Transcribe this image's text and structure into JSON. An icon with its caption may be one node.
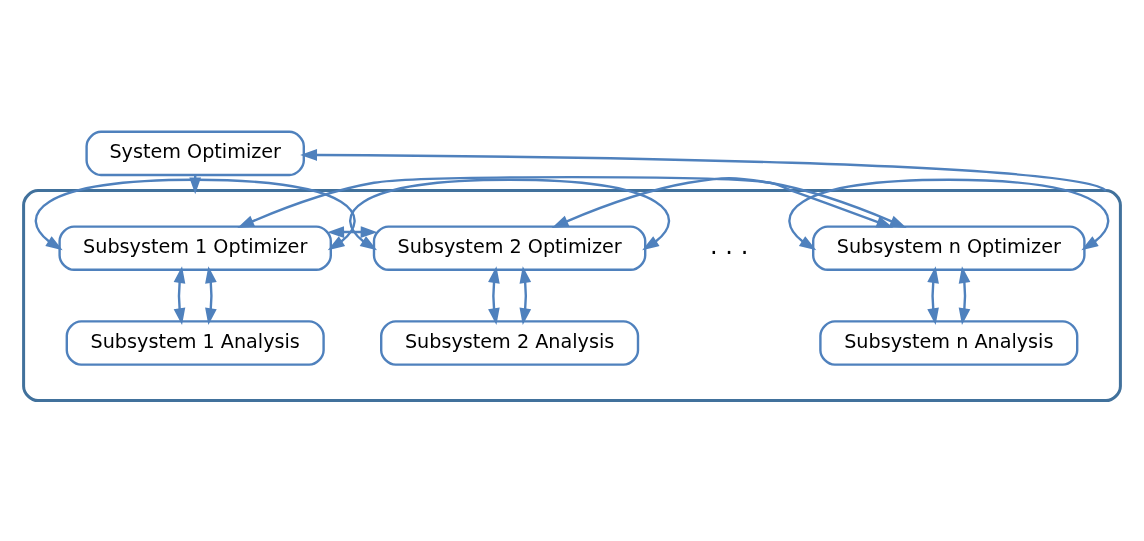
{
  "diagram": {
    "nodes": [
      {
        "text": [
          "System Optimizer"
        ]
      },
      {
        "text": [],
        "shape": "box"
      },
      {
        "text": [
          "Subsystem 1 Optimizer"
        ],
        "in": 1
      },
      {
        "text": [
          "Subsystem 1 Analysis"
        ],
        "in": 1
      },
      {
        "text": [
          "Subsystem 2 Optimizer"
        ],
        "in": 1
      },
      {
        "text": [
          "Subsystem 2 Analysis"
        ],
        "in": 1
      },
      {
        "text": [
          "Subsystem n Optimizer"
        ],
        "in": 1
      },
      {
        "text": [
          "Subsystem n Analysis"
        ],
        "in": 1
      }
    ],
    "edges": [
      {
        "from": 0,
        "to": 1,
        "arrow": "to"
      },
      {
        "from": 1,
        "to": 0,
        "arrow": "to"
      },
      {
        "from": 2,
        "to": 6,
        "arrow": "both"
      },
      {
        "from": 2,
        "to": 4,
        "arrow": "both"
      },
      {
        "from": 4,
        "to": 6,
        "arrow": "both"
      },
      {
        "from": 2,
        "to": 3,
        "arrow": "both"
      },
      {
        "from": 2,
        "to": 3,
        "arrow": "both"
      },
      {
        "from": 2,
        "to": 2,
        "arrow": "both"
      },
      {
        "from": 4,
        "to": 5,
        "arrow": "both"
      },
      {
        "from": 4,
        "to": 5,
        "arrow": "both"
      },
      {
        "from": 4,
        "to": 4,
        "arrow": "both"
      },
      {
        "from": 6,
        "to": 7,
        "arrow": "both"
      },
      {
        "from": 6,
        "to": 7,
        "arrow": "both"
      },
      {
        "from": 6,
        "to": 6,
        "arrow": "both"
      }
    ],
    "labels": [
      ". . ."
    ]
  }
}
